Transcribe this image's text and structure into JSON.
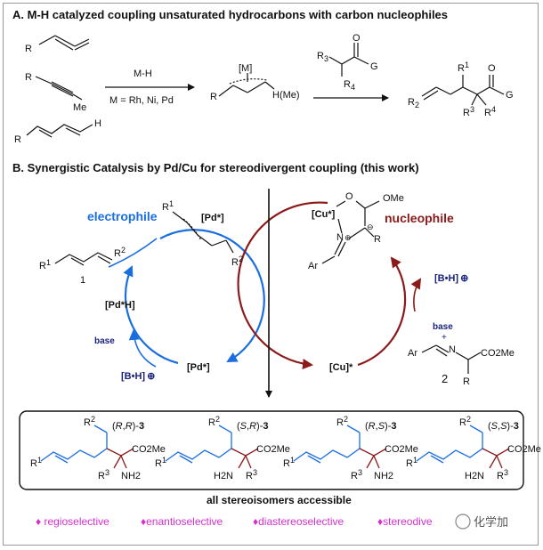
{
  "section_a": {
    "title": "A. M-H catalyzed coupling unsaturated hydrocarbons with carbon nucleophiles",
    "cat_top": "M-H",
    "cat_bottom": "M = Rh, Ni, Pd",
    "allene_R": "R",
    "alkyne_R": "R",
    "alkyne_Me": "Me",
    "diene_R": "R",
    "diene_H": "H",
    "pi_M": "[M]",
    "pi_R": "R",
    "pi_HMe": "H(Me)",
    "nuc_R3": "R",
    "nuc_R3_sub": "3",
    "nuc_R4": "R",
    "nuc_R4_sub": "4",
    "nuc_O": "O",
    "nuc_G": "G",
    "prod_R2": "R",
    "prod_R2_sub": "2",
    "prod_R1": "R",
    "prod_R1_sup": "1",
    "prod_R3": "R",
    "prod_R3_sup": "3",
    "prod_R4": "R",
    "prod_R4_sup": "4",
    "prod_O": "O",
    "prod_G": "G"
  },
  "section_b": {
    "title": "B. Synergistic Catalysis by Pd/Cu  for stereodivergent coupling (this work)",
    "electrophile": "electrophile",
    "nucleophile": "nucleophile",
    "pd_star": "[Pd*]",
    "pd_star_h": "[Pd*H]",
    "pd_star_bottom": "[Pd*]",
    "base_left": "base",
    "bh_left": "[B•H]",
    "cu_star": "[Cu*]",
    "cu_star_bottom": "[Cu]*",
    "bh_right": "[B•H]",
    "base_right": "base",
    "plus": "+",
    "diene_R1": "R",
    "diene_R1_sup": "1",
    "diene_R2": "R",
    "diene_R2_sup": "2",
    "diene_num": "1",
    "imine_num": "2",
    "imine_Ar": "Ar",
    "imine_N": "N",
    "imine_CO2Me": "CO2Me",
    "imine_R": "R",
    "cu_O": "O",
    "cu_OMe": "OMe",
    "cu_N": "N",
    "cu_R": "R",
    "cu_Ar": "Ar",
    "pd_R1": "R",
    "pd_R1_sup": "1",
    "pd_R2": "R",
    "pd_R2_sup": "2"
  },
  "products": {
    "items": [
      {
        "config": "(R,R)-3",
        "c1": "R",
        "c2": "R",
        "num": "3"
      },
      {
        "config": "(S,R)-3",
        "c1": "S",
        "c2": "R",
        "num": "3"
      },
      {
        "config": "(R,S)-3",
        "c1": "R",
        "c2": "S",
        "num": "3"
      },
      {
        "config": "(S,S)-3",
        "c1": "S",
        "c2": "S",
        "num": "3"
      }
    ],
    "R1": "R",
    "R1_sup": "1",
    "R2": "R",
    "R2_sup": "2",
    "R3": "R",
    "R3_sup": "3",
    "CO2Me": "CO2Me",
    "NH2": "NH2",
    "H2N": "H2N",
    "caption": "all stereoisomers accessible"
  },
  "features": {
    "items": [
      "♦ regioselective",
      "♦enantioselective",
      "♦diastereoselective",
      "♦stereodive"
    ],
    "watermark": "化学加"
  },
  "colors": {
    "blue": "#1a6ee0",
    "dark_red": "#8b1a1a",
    "navy": "#1a237e",
    "magenta": "#d62fd0"
  }
}
